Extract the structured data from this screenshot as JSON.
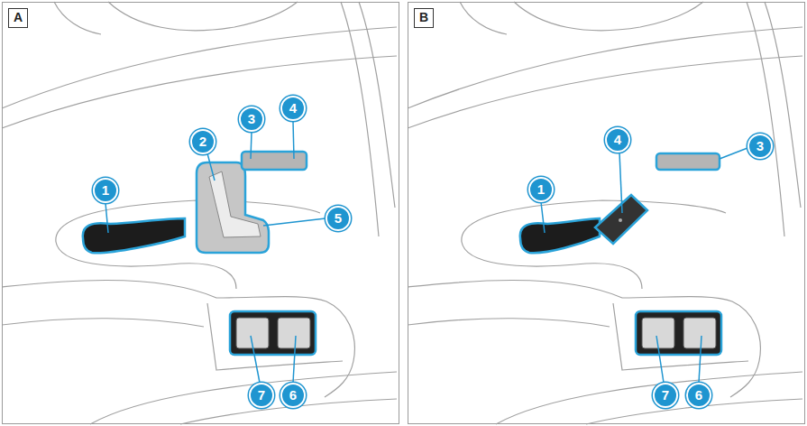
{
  "diagram": {
    "nodes": [
      {
        "text": [
          "A"
        ]
      },
      {
        "text": [
          "B"
        ]
      }
    ],
    "labels": [
      "1",
      "2",
      "3",
      "4",
      "5",
      "7",
      "6",
      "1",
      "4",
      "3",
      "7",
      "6"
    ]
  }
}
